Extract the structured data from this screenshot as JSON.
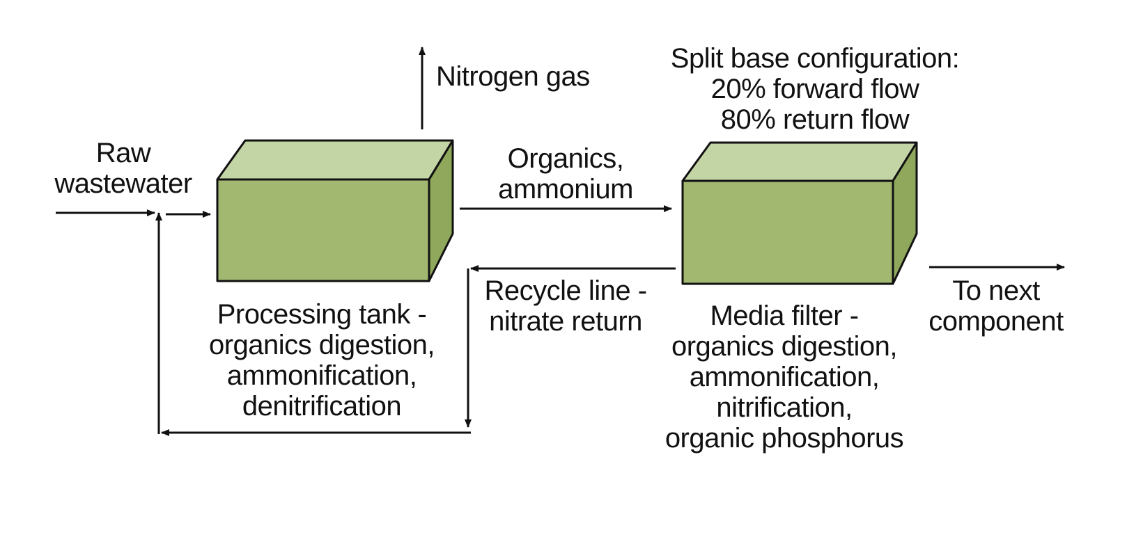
{
  "labels": {
    "raw_wastewater": [
      "Raw",
      "wastewater"
    ],
    "nitrogen_gas": "Nitrogen gas",
    "organics_ammonium": [
      "Organics,",
      "ammonium"
    ],
    "split_config": [
      "Split base configuration:",
      "20% forward flow",
      "80% return flow"
    ],
    "recycle_line": [
      "Recycle line -",
      "nitrate return"
    ],
    "processing_tank": [
      "Processing tank -",
      "organics digestion,",
      "ammonification,",
      "denitrification"
    ],
    "media_filter": [
      "Media filter -",
      "organics digestion,",
      "ammonification,",
      "nitrification,",
      "organic phosphorus"
    ],
    "to_next": [
      "To next",
      "component"
    ]
  },
  "colors": {
    "box_front": "#a2b870",
    "box_top": "#c3d4a5",
    "box_side": "#8fa85c",
    "line": "#111111"
  }
}
